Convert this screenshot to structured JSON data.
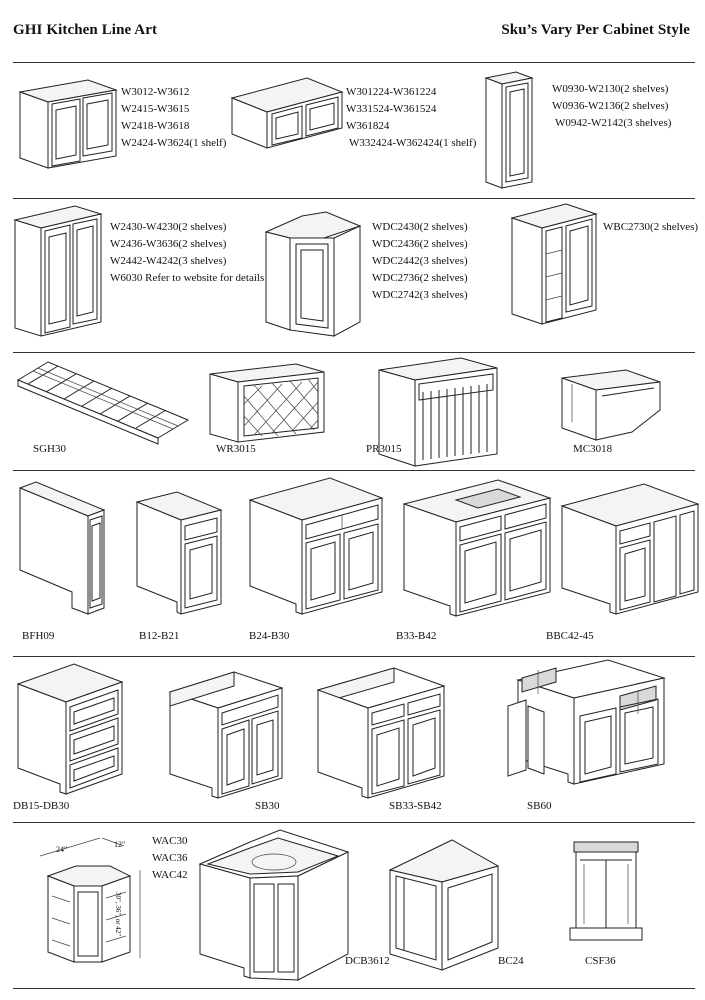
{
  "header": {
    "left_title": "GHI Kitchen Line Art",
    "right_title": "Sku’s Vary Per Cabinet Style"
  },
  "sections": {
    "wall_a": {
      "lines": [
        "W3012-W3612",
        "W2415-W3615",
        "W2418-W3618",
        "W2424-W3624(1 shelf)"
      ]
    },
    "wall_b": {
      "lines": [
        "W301224-W361224",
        "W331524-W361524",
        "W361824",
        "W332424-W362424(1 shelf)"
      ]
    },
    "wall_c": {
      "lines": [
        "W0930-W2130(2 shelves)",
        "W0936-W2136(2 shelves)",
        "W0942-W2142(3 shelves)"
      ]
    },
    "wall_d": {
      "lines": [
        "W2430-W4230(2 shelves)",
        "W2436-W3636(2 shelves)",
        "W2442-W4242(3 shelves)",
        "W6030 Refer to website for details"
      ]
    },
    "wall_e": {
      "lines": [
        "WDC2430(2 shelves)",
        "WDC2436(2 shelves)",
        "WDC2442(3 shelves)",
        "WDC2736(2 shelves)",
        "WDC2742(3 shelves)"
      ]
    },
    "wall_f": {
      "lines": [
        "WBC2730(2 shelves)"
      ]
    },
    "accessories": [
      "SGH30",
      "WR3015",
      "PR3015",
      "MC3018"
    ],
    "base": [
      "BFH09",
      "B12-B21",
      "B24-B30",
      "B33-B42",
      "BBC42-45"
    ],
    "drawer_sink": [
      "DB15-DB30",
      "SB30",
      "SB33-SB42",
      "SB60"
    ],
    "corner": {
      "wac_lines": [
        "WAC30",
        "WAC36",
        "WAC42"
      ],
      "dim_24": "24\"",
      "dim_12": "12\"",
      "dim_height": "30\", 36\", or 42\"",
      "labels": [
        "DCB3612",
        "BC24",
        "CSF36"
      ]
    }
  }
}
